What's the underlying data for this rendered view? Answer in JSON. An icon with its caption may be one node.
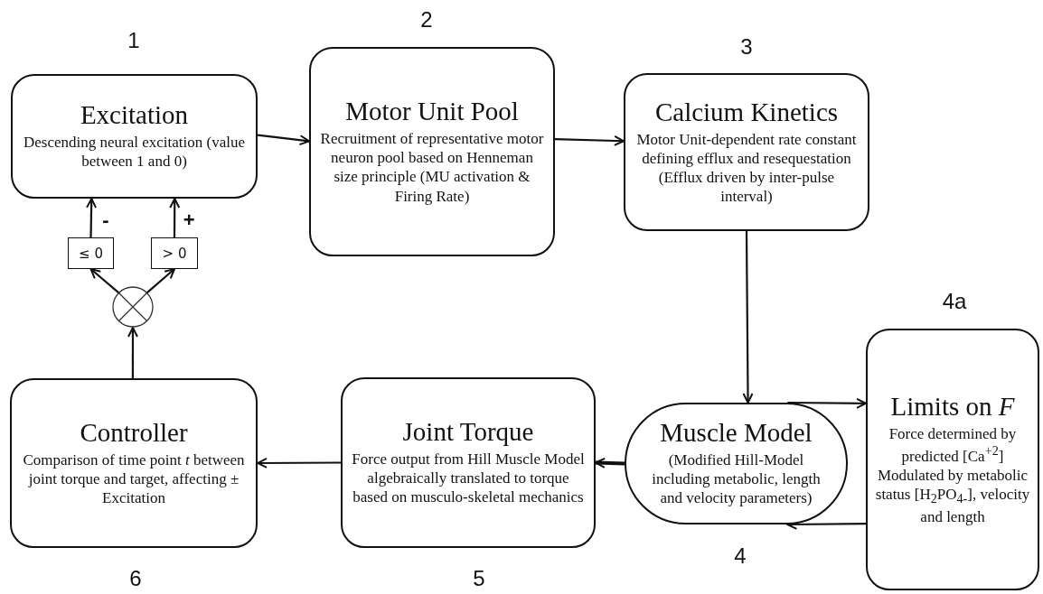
{
  "diagram": {
    "nodes": [
      {
        "text": [
          "Excitation",
          "Descending neural excitation (value between 1 and 0)"
        ],
        "beside": [
          "1"
        ]
      },
      {
        "text": [
          "Motor Unit Pool",
          "Recruitment of representative motor neuron pool based on Henneman size principle (MU activation & Firing Rate)"
        ],
        "beside": [
          "2"
        ]
      },
      {
        "text": [
          "Calcium Kinetics",
          "Motor Unit-dependent rate constant defining efflux and resequestation (Efflux driven by inter-pulse interval)"
        ],
        "beside": [
          "3"
        ]
      },
      {
        "text": [
          "Muscle Model",
          "(Modified Hill-Model including metabolic, length and velocity parameters)"
        ],
        "beside": [
          "4"
        ]
      },
      {
        "text": [
          "Limits on *F*",
          "Force determined by predicted [Ca$^{+2}$] Modulated by metabolic status [H$_{2}$PO$_{4-}$], velocity and length"
        ],
        "beside": [
          "4a"
        ]
      },
      {
        "text": [
          "Joint Torque",
          "Force output from Hill Muscle Model algebraically translated to torque based on musculo-skeletal mechanics"
        ],
        "beside": [
          "5"
        ]
      },
      {
        "text": [
          "Controller",
          "Comparison of time point *t* between joint torque and target, affecting ± Excitation"
        ],
        "beside": [
          "6"
        ]
      },
      {
        "text": [
          "≤ 0"
        ]
      },
      {
        "text": [
          "> 0"
        ]
      },
      {
        "text": [],
        "shape": "circle"
      }
    ],
    "edges": [
      {
        "from": 0,
        "to": 1,
        "arrow": "to"
      },
      {
        "from": 1,
        "to": 2,
        "arrow": "to"
      },
      {
        "from": 2,
        "to": 3,
        "arrow": "to"
      },
      {
        "from": 3,
        "to": 4,
        "arrow": "to"
      },
      {
        "from": 4,
        "to": 3,
        "arrow": "to"
      },
      {
        "from": 3,
        "to": 5,
        "arrow": "to",
        "style": "thick"
      },
      {
        "from": 5,
        "to": 6,
        "arrow": "to"
      },
      {
        "from": 6,
        "to": 9,
        "arrow": "to"
      },
      {
        "from": 9,
        "to": 7,
        "arrow": "to"
      },
      {
        "from": 9,
        "to": 8,
        "arrow": "to"
      },
      {
        "from": 7,
        "to": 0,
        "arrow": "to",
        "label": "-"
      },
      {
        "from": 8,
        "to": 0,
        "arrow": "to",
        "label": "+"
      }
    ]
  }
}
